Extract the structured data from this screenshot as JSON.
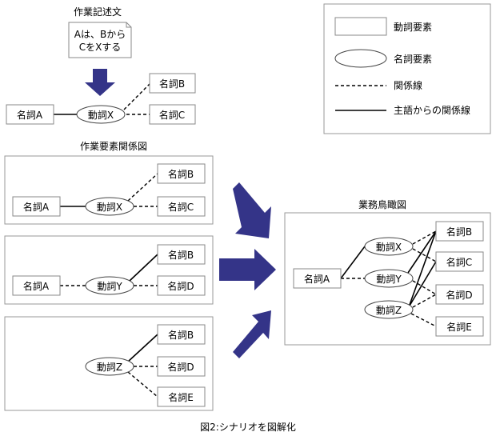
{
  "legend": {
    "verb_element": "動詞要素",
    "noun_element": "名詞要素",
    "relation_line": "関係線",
    "subject_relation_line": "主語からの関係線"
  },
  "top": {
    "title": "作業記述文",
    "note_line1": "Aは、Bから",
    "note_line2": "CをXする",
    "noun_a": "名詞A",
    "verb_x": "動詞X",
    "noun_b": "名詞B",
    "noun_c": "名詞C"
  },
  "relation_section": {
    "title": "作業要素関係図",
    "panel1": {
      "noun_a": "名詞A",
      "verb": "動詞X",
      "noun_b": "名詞B",
      "noun_c": "名詞C"
    },
    "panel2": {
      "noun_a": "名詞A",
      "verb": "動詞Y",
      "noun_b": "名詞B",
      "noun_d": "名詞D"
    },
    "panel3": {
      "verb": "動詞Z",
      "noun_b": "名詞B",
      "noun_d": "名詞D",
      "noun_e": "名詞E"
    }
  },
  "overview": {
    "title": "業務鳥瞰図",
    "noun_a": "名詞A",
    "verb_x": "動詞X",
    "verb_y": "動詞Y",
    "verb_z": "動詞Z",
    "noun_b": "名詞B",
    "noun_c": "名詞C",
    "noun_d": "名詞D",
    "noun_e": "名詞E"
  },
  "caption": "図2:シナリオを図解化",
  "colors": {
    "arrow": "#343488"
  }
}
